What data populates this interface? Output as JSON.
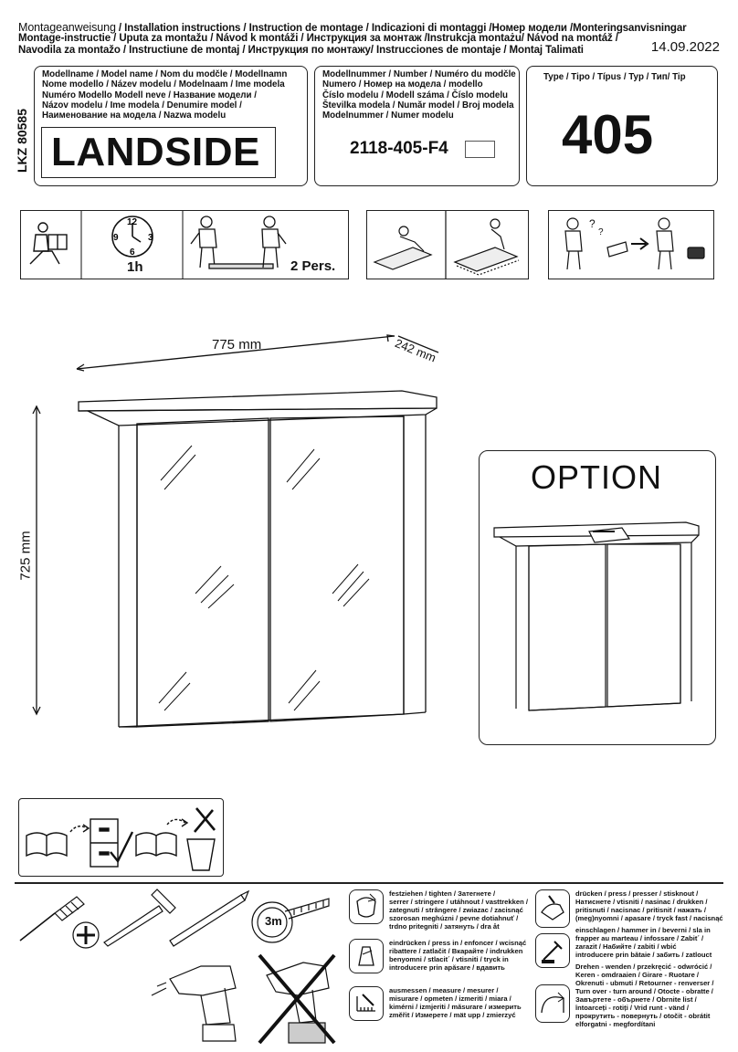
{
  "header": {
    "line1_lead": "Montageanweisung",
    "line1_rest": "/ Installation instructions / Instruction de montage / Indicazioni di montaggi /Номер модели /Monteringsanvisningar",
    "line2": "Montage-instructie / Uputa za montažu / Návod k montáži / Инструкция за монтаж /Instrukcja montażu/ Návod na montáž /",
    "line3": "Navodila za montažo / Instructiune de montaj / Инструкция по монтажу/ Instrucciones de montaje / Montaj Talimati",
    "date": "14.09.2022",
    "code": "LKZ 80585"
  },
  "model_box": {
    "labels": [
      "Modellname / Model name / Nom du modčle / Modellnamn",
      "Nome modello / Název modelu / Modelnaam / Ime modela",
      "Numéro Modello Modell neve /  Название модели /",
      "Názov modelu / Ime modela / Denumire model /",
      "Наименование на модела / Nazwa modelu"
    ],
    "name": "LANDSIDE"
  },
  "number_box": {
    "labels": [
      "Modellnummer / Number / Numéro du modčle",
      "Numero / Номер на модела   / modello",
      "Číslo modelu / Modell száma / Číslo modelu",
      "Številka modela / Număr model / Broj modela",
      "Modelnummer / Numer modelu"
    ],
    "number": "2118-405-F4"
  },
  "type_box": {
    "label": "Type / Tipo / Típus / Typ / Тип/ Tip",
    "value": "405"
  },
  "icons_row": {
    "time": "1h",
    "persons": "2 Pers.",
    "clock_numbers": [
      "12",
      "3",
      "6",
      "9"
    ]
  },
  "dimensions": {
    "width": "775 mm",
    "depth": "242 mm",
    "height": "725 mm"
  },
  "option": {
    "title": "OPTION"
  },
  "legend": {
    "tighten": [
      "festziehen / tighten / Затегнете /",
      "serrer / stringere / utáhnout / vasttrekken /",
      "zategnuti / strângere / zwiazac / zacisnąć",
      "szorosan meghúzni / pevne dotiahnuť /",
      "trdno pritegniti / затянуть / dra åt"
    ],
    "press_in": [
      "eindrücken / press in / enfoncer / wcisnąć",
      "ribattere / zatlačit / Вкарайте / indrukken",
      "benyomni / stlacit´ / vtisniti / tryck in",
      "introducere prin apăsare / вдавить"
    ],
    "measure": [
      "ausmessen / measure / mesurer /",
      "misurare / opmeten / izmeriti / miara /",
      "kimérni / izmjeriti / măsurare / измерить",
      "změřit / Измерете / mät upp / zmierzyć"
    ],
    "press": [
      "drücken / press / presser / stisknout /",
      "Натиснете / vtisniti / nasinac / drukken /",
      "pritisnuti / nacisnac / pritisnit / нажать /",
      "(meg)nyomni / apasare / tryck fast / nacisnąć"
    ],
    "hammer": [
      "einschlagen / hammer in / beverni / sla in",
      "frapper au marteau / infossare / Zabit´ /",
      "zarazit / Набийте / zabiti / wbić",
      "introducere prin bătaie / забить / zatlouct"
    ],
    "turn": [
      "Drehen - wenden / przekręcić - odwrócić /",
      "Keren - omdraaien / Girare - Ruotare /",
      "Okrenuti - ubmuti / Retourner - renverser /",
      "Turn over - turn around / Otocte - obratte /",
      "Завъртете - обърнете / Obrnite list /",
      "întoarceți - rotiți / Vrid runt - vänd /",
      "прокрутить - повернуть / otočit - obrátit",
      "elforgatni - megfordítani"
    ]
  },
  "tools": {
    "tape": "3m"
  }
}
